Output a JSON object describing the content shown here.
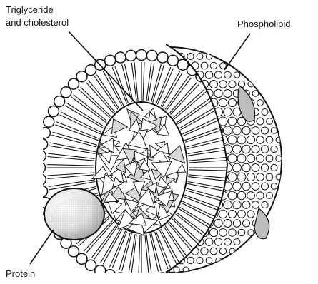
{
  "labels": {
    "triglyceride_line1": "Triglyceride",
    "triglyceride_line2": "and cholesterol",
    "phospholipid": "Phospholipid",
    "protein": "Protein"
  },
  "colors": {
    "ink": "#111111",
    "paper": "#ffffff",
    "shade": "#d8d8d8"
  }
}
